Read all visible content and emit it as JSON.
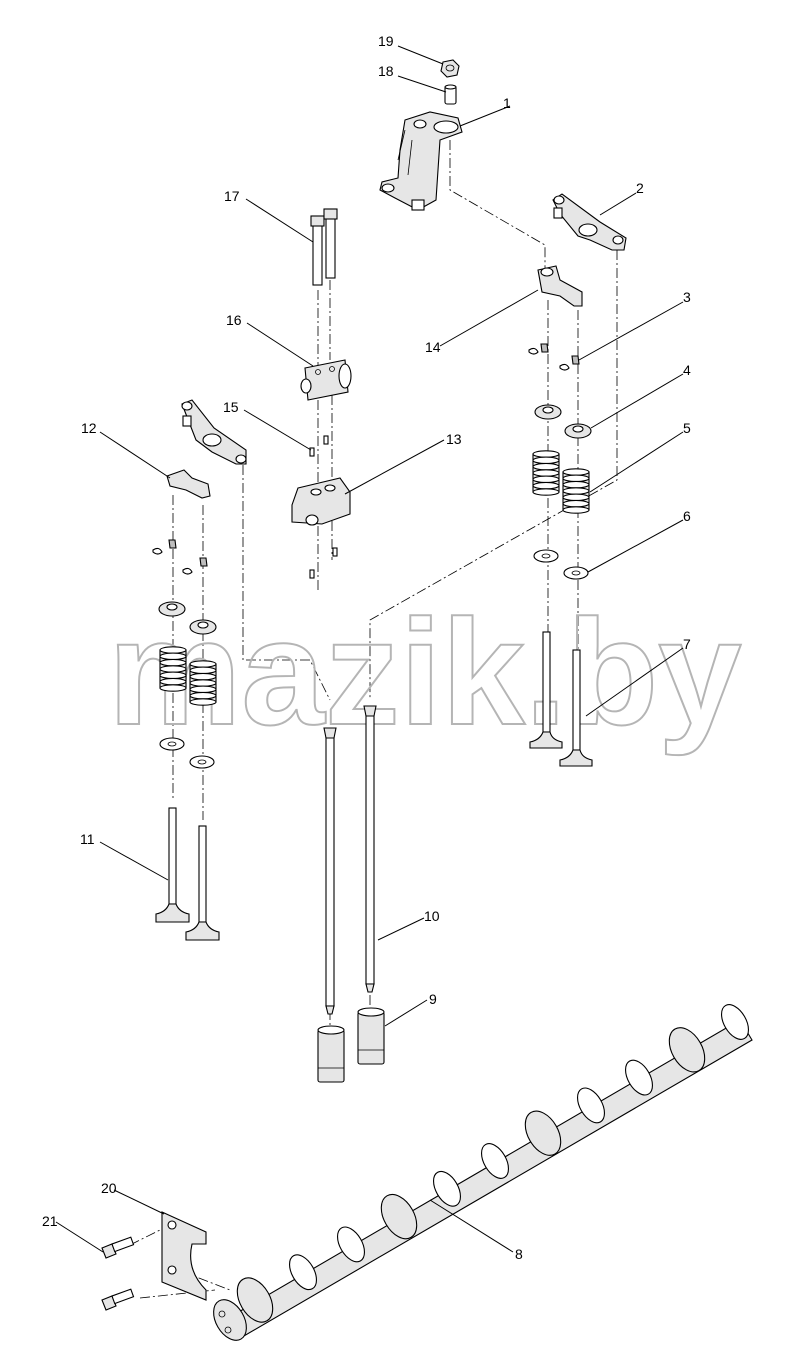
{
  "watermark": "mazik.by",
  "callouts": [
    {
      "id": "1",
      "label": "1"
    },
    {
      "id": "2",
      "label": "2"
    },
    {
      "id": "3",
      "label": "3"
    },
    {
      "id": "4",
      "label": "4"
    },
    {
      "id": "5",
      "label": "5"
    },
    {
      "id": "6",
      "label": "6"
    },
    {
      "id": "7",
      "label": "7"
    },
    {
      "id": "8",
      "label": "8"
    },
    {
      "id": "9",
      "label": "9"
    },
    {
      "id": "10",
      "label": "10"
    },
    {
      "id": "11",
      "label": "11"
    },
    {
      "id": "12",
      "label": "12"
    },
    {
      "id": "13",
      "label": "13"
    },
    {
      "id": "14",
      "label": "14"
    },
    {
      "id": "15",
      "label": "15"
    },
    {
      "id": "16",
      "label": "16"
    },
    {
      "id": "17",
      "label": "17"
    },
    {
      "id": "18",
      "label": "18"
    },
    {
      "id": "19",
      "label": "19"
    },
    {
      "id": "20",
      "label": "20"
    },
    {
      "id": "21",
      "label": "21"
    }
  ]
}
